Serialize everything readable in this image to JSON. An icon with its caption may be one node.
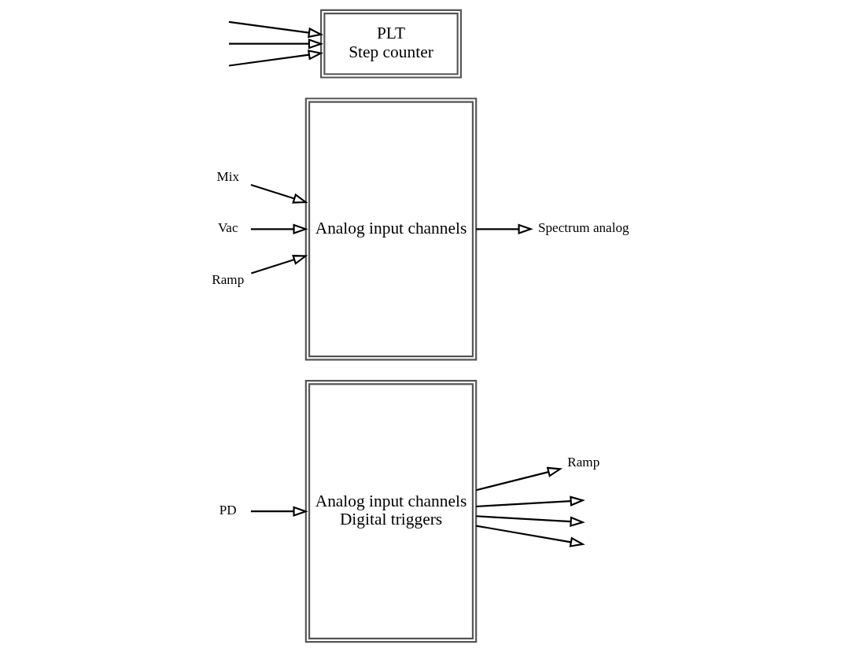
{
  "diagram": {
    "nodes": [
      {
        "text": [
          "Analog input channels",
          "Digital triggers"
        ]
      },
      {
        "text": [
          "Analog input channels"
        ]
      },
      {
        "text": [
          "PLT",
          "Step counter"
        ]
      },
      {
        "text": [
          "PD"
        ]
      },
      {
        "text": [
          "Ramp"
        ]
      },
      {
        "text": [
          "Mix"
        ]
      },
      {
        "text": [
          "Vac"
        ]
      },
      {
        "text": [
          "Ramp"
        ]
      },
      {
        "text": [
          "Spectrum analog"
        ]
      }
    ],
    "edges": [
      {
        "from": 3,
        "to": 0,
        "arrow": "to"
      },
      {
        "from": 0,
        "to": 4,
        "arrow": "to"
      },
      {
        "from": 0,
        "to": null,
        "arrow": "to"
      },
      {
        "from": 0,
        "to": null,
        "arrow": "to"
      },
      {
        "from": 0,
        "to": null,
        "arrow": "to"
      },
      {
        "from": 5,
        "to": 1,
        "arrow": "to"
      },
      {
        "from": 6,
        "to": 1,
        "arrow": "to"
      },
      {
        "from": 7,
        "to": 1,
        "arrow": "to"
      },
      {
        "from": 1,
        "to": 8,
        "arrow": "to"
      },
      {
        "from": null,
        "to": 2,
        "arrow": "to"
      },
      {
        "from": null,
        "to": 2,
        "arrow": "to"
      },
      {
        "from": null,
        "to": 2,
        "arrow": "to"
      }
    ]
  }
}
